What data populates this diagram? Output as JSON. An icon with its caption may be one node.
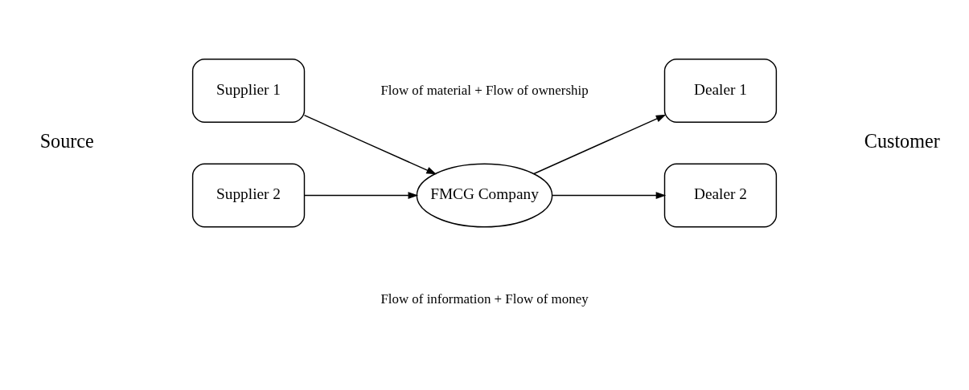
{
  "diagram": {
    "nodes": [
      {
        "text": [
          "Supplier 1"
        ]
      },
      {
        "text": [
          "Supplier 2"
        ]
      },
      {
        "text": [
          "FMCG Company"
        ]
      },
      {
        "text": [
          "Dealer 1"
        ]
      },
      {
        "text": [
          "Dealer 2"
        ]
      }
    ],
    "edges": [
      {
        "from": 0,
        "to": 2,
        "arrow": "to"
      },
      {
        "from": 1,
        "to": 2,
        "arrow": "to"
      },
      {
        "from": 2,
        "to": 3,
        "arrow": "to"
      },
      {
        "from": 2,
        "to": 4,
        "arrow": "to"
      }
    ],
    "labels": [
      "Flow of material + Flow of ownership",
      "Source",
      "Customer",
      "Flow of information + Flow of money"
    ]
  }
}
